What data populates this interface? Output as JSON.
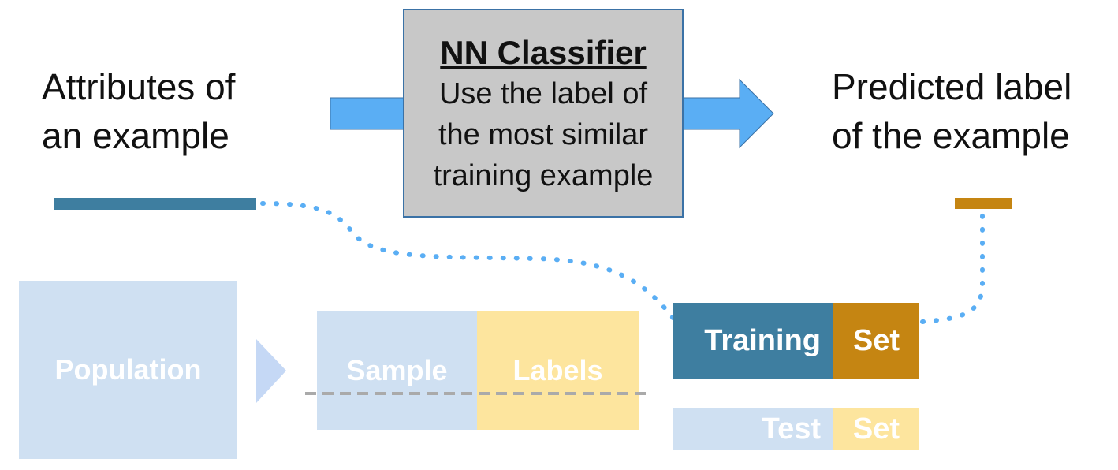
{
  "input_text": {
    "line1": "Attributes of",
    "line2": "an example"
  },
  "output_text": {
    "line1": "Predicted label",
    "line2": "of the example"
  },
  "classifier": {
    "title": "NN Classifier",
    "lines": [
      "Use the label of",
      "the most similar",
      "training example"
    ]
  },
  "population_label": "Population",
  "sample_label": "Sample",
  "labels_label": "Labels",
  "training_set": {
    "left": "Training",
    "right": "Set"
  },
  "test_set": {
    "left": "Test",
    "right": "Set"
  },
  "colors": {
    "attribute_bar": "#3e7ea0",
    "label_bar": "#c58512",
    "arrow_blue": "#5aaef4",
    "dotted_line": "#5aaef4",
    "faded_blue": "#cfe0f2",
    "faded_yellow": "#fde59e",
    "training_blue": "#3e7ea0",
    "training_orange": "#c58512",
    "classifier_fill": "#c8c8c8"
  }
}
